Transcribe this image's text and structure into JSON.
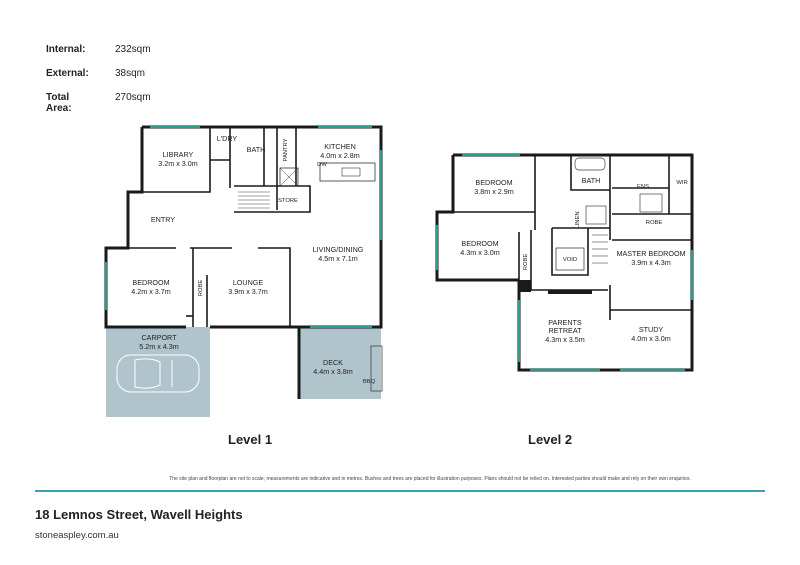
{
  "areas": [
    {
      "label": "Internal:",
      "value": "232sqm"
    },
    {
      "label": "External:",
      "value": "38sqm"
    },
    {
      "label": "Total Area:",
      "value": "270sqm"
    }
  ],
  "colors": {
    "wall": "#1a1a1a",
    "window": "#2a9d8f",
    "outdoor": "#b0c4cc"
  },
  "level1": {
    "title": "Level 1",
    "rooms": {
      "library": {
        "name": "LIBRARY",
        "size": "3.2m x 3.0m"
      },
      "laundry": {
        "name": "L'DRY"
      },
      "bath": {
        "name": "BATH"
      },
      "pantry": {
        "name": "PANTRY"
      },
      "kitchen": {
        "name": "KITCHEN",
        "size": "4.0m x 2.8m"
      },
      "dw": {
        "name": "DW"
      },
      "store": {
        "name": "STORE"
      },
      "entry": {
        "name": "ENTRY"
      },
      "living": {
        "name": "LIVING/DINING",
        "size": "4.5m x 7.1m"
      },
      "bedroom": {
        "name": "BEDROOM",
        "size": "4.2m x 3.7m"
      },
      "robe": {
        "name": "ROBE"
      },
      "lounge": {
        "name": "LOUNGE",
        "size": "3.9m x 3.7m"
      },
      "carport": {
        "name": "CARPORT",
        "size": "5.2m x 4.3m"
      },
      "deck": {
        "name": "DECK",
        "size": "4.4m x 3.8m"
      },
      "bbq": {
        "name": "BBQ"
      }
    }
  },
  "level2": {
    "title": "Level 2",
    "rooms": {
      "bedroom1": {
        "name": "BEDROOM",
        "size": "3.8m x 2.9m"
      },
      "bath": {
        "name": "BATH"
      },
      "ens": {
        "name": "ENS"
      },
      "wir": {
        "name": "WIR"
      },
      "linen": {
        "name": "LINEN"
      },
      "bedroom2": {
        "name": "BEDROOM",
        "size": "4.3m x 3.0m"
      },
      "robe1": {
        "name": "ROBE"
      },
      "void": {
        "name": "VOID"
      },
      "master": {
        "name": "MASTER BEDROOM",
        "size": "3.9m x 4.3m"
      },
      "robe2": {
        "name": "ROBE"
      },
      "retreat": {
        "name": "PARENTS",
        "name2": "RETREAT",
        "size": "4.3m x 3.5m"
      },
      "study": {
        "name": "STUDY",
        "size": "4.0m x 3.0m"
      }
    }
  },
  "disclaimer": "The site plan and floorplan are not to scale; measurements are indicative and in metres. Bushes and trees are placed for illustration purposes. Plans should not be relied on. Interested parties should make and rely on their own enquiries.",
  "address": "18 Lemnos Street, Wavell Heights",
  "website": "stoneaspley.com.au"
}
